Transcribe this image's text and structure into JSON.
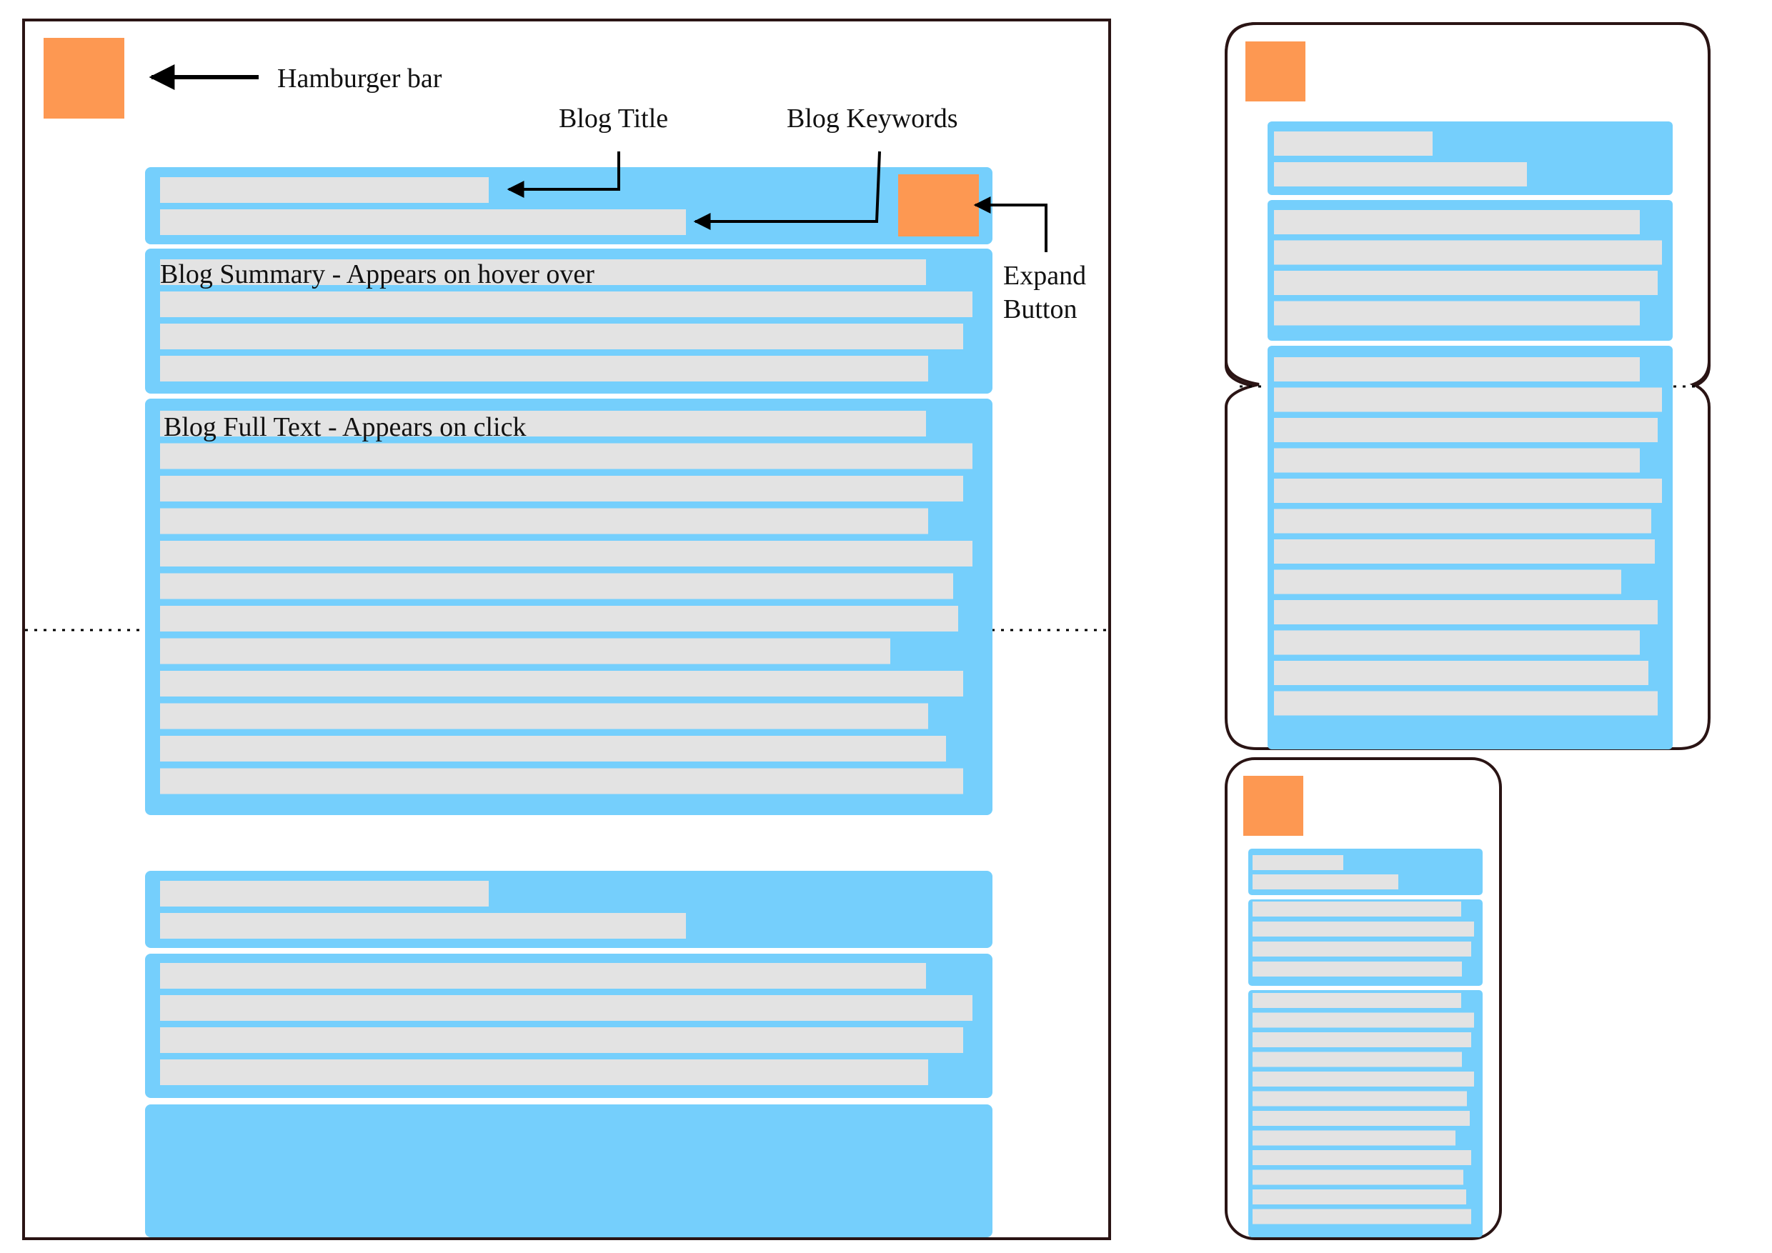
{
  "labels": {
    "hamburger": "Hamburger bar",
    "blog_title": "Blog Title",
    "blog_keywords": "Blog Keywords",
    "expand_line1": "Expand",
    "expand_line2": "Button",
    "summary": "Blog Summary - Appears on hover over",
    "full_text": "Blog Full Text - Appears on click"
  },
  "colors": {
    "panel": "#75cffc",
    "text_bar": "#e3e3e3",
    "button": "#fd9852",
    "frame": "#2a1414",
    "arrow": "#000000"
  }
}
